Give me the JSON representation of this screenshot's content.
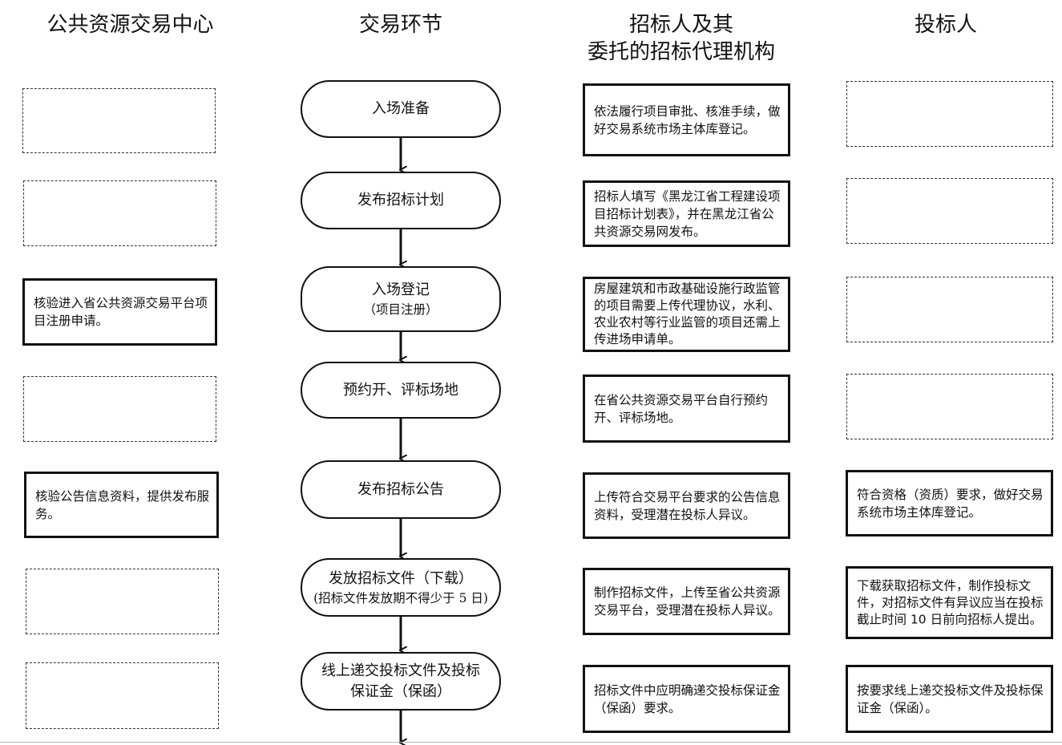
{
  "headers": {
    "center": "公共资源交易中心",
    "stage": "交易环节",
    "tenderer_line1": "招标人及其",
    "tenderer_line2": "委托的招标代理机构",
    "bidder": "投标人"
  },
  "steps": [
    {
      "title": "入场准备",
      "sub": ""
    },
    {
      "title": "发布招标计划",
      "sub": ""
    },
    {
      "title": "入场登记",
      "sub": "（项目注册）"
    },
    {
      "title": "预约开、评标场地",
      "sub": ""
    },
    {
      "title": "发布招标公告",
      "sub": ""
    },
    {
      "title": "发放招标文件（下载）",
      "sub": "(招标文件发放期不得少于 5 日)"
    },
    {
      "title": "线上递交投标文件及投标保证金（保函）",
      "sub": ""
    }
  ],
  "center_boxes": [
    "",
    "",
    "核验进入省公共资源交易平台项目注册申请。",
    "",
    "核验公告信息资料，提供发布服务。",
    "",
    ""
  ],
  "tenderer_boxes": [
    "依法履行项目审批、核准手续，做好交易系统市场主体库登记。",
    "招标人填写《黑龙江省工程建设项目招标计划表》，并在黑龙江省公共资源交易网发布。",
    "房屋建筑和市政基础设施行政监管的项目需要上传代理协议，水利、农业农村等行业监管的项目还需上传进场申请单。",
    "在省公共资源交易平台自行预约开、评标场地。",
    "上传符合交易平台要求的公告信息资料，受理潜在投标人异议。",
    "制作招标文件，上传至省公共资源交易平台，受理潜在投标人异议。",
    "招标文件中应明确递交投标保证金（保函）要求。"
  ],
  "bidder_boxes": [
    "",
    "",
    "",
    "",
    "符合资格（资质）要求，做好交易系统市场主体库登记。",
    "下载获取招标文件，制作投标文件，对招标文件有异议应当在投标截止时间 10 日前向招标人提出。",
    "按要求线上递交投标文件及投标保证金（保函）。"
  ]
}
